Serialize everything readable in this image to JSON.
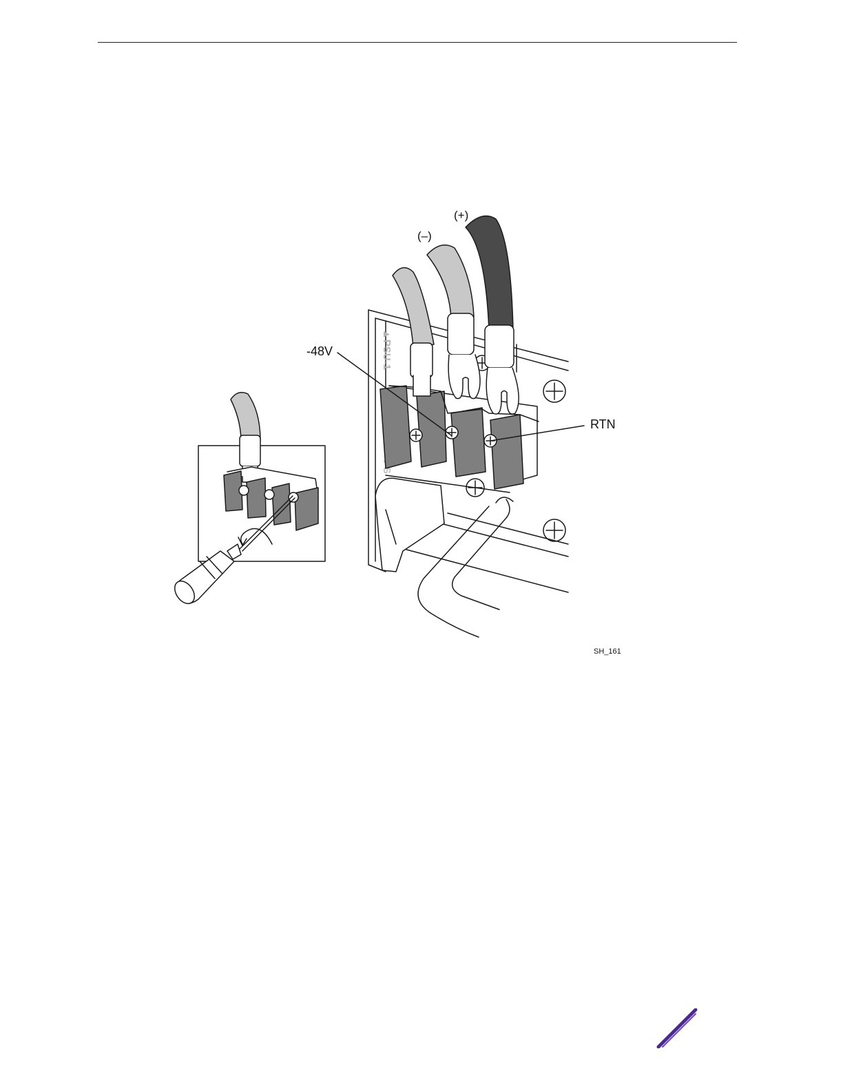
{
  "figure": {
    "labels": {
      "positive": "(+)",
      "negative": "(–)",
      "minus48v": "-48V",
      "rtn": "RTN",
      "psu_marking": "▲PSU-1",
      "figure_id": "SH_161"
    },
    "colors": {
      "outline": "#1a1a1a",
      "terminal_fill": "#7f7f7f",
      "cable_light": "#c8c8c8",
      "cable_dark": "#4a4a4a",
      "brand_accent": "#4b2a8c"
    }
  }
}
